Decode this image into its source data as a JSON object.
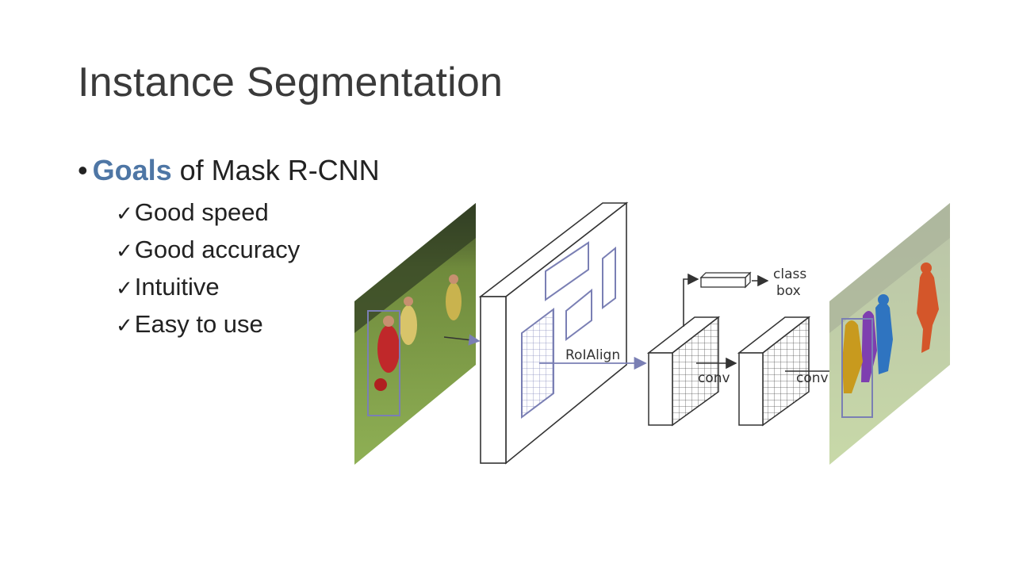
{
  "slide": {
    "title": "Instance Segmentation",
    "bullet": {
      "marker": "•",
      "highlight": "Goals",
      "rest": " of Mask R-CNN"
    },
    "checks": [
      {
        "tick": "✓",
        "label": "Good speed"
      },
      {
        "tick": "✓",
        "label": "Good accuracy"
      },
      {
        "tick": "✓",
        "label": "Intuitive"
      },
      {
        "tick": "✓",
        "label": "Easy to use"
      }
    ],
    "colors": {
      "accent": "#4e76a5",
      "roi": "#7a7fb4"
    }
  },
  "diagram": {
    "roialign_label": "RoIAlign",
    "conv_label_1": "conv",
    "conv_label_2": "conv",
    "head_label_class": "class",
    "head_label_box": "box"
  }
}
